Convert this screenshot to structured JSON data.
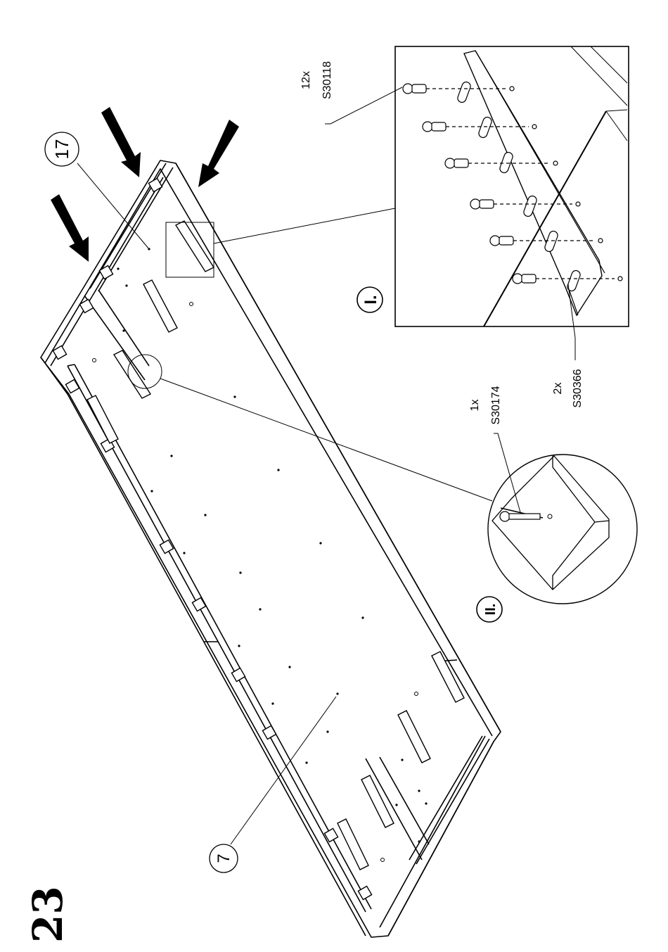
{
  "step_number": "23",
  "parts": {
    "part_17": "17",
    "part_7": "7"
  },
  "detail_i": {
    "label": "I.",
    "screw_qty": "12x",
    "screw_code": "S30118",
    "dowel_qty": "2x",
    "dowel_code": "S30366"
  },
  "detail_ii": {
    "label": "II.",
    "screw_qty": "1x",
    "screw_code": "S30174"
  }
}
